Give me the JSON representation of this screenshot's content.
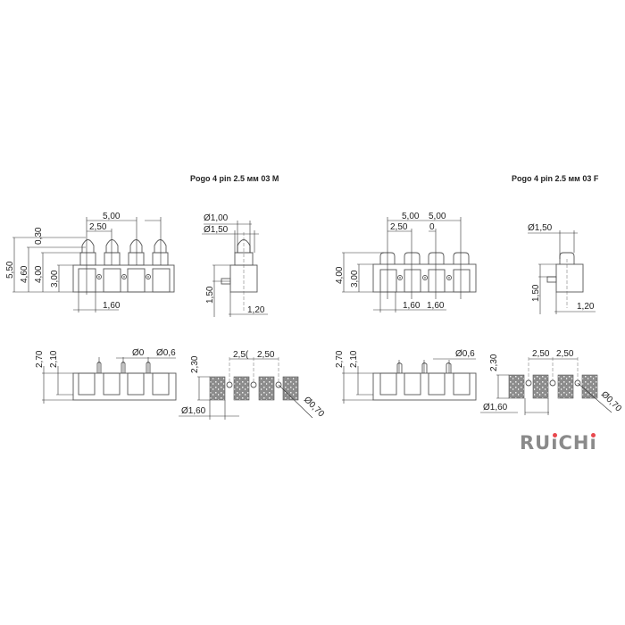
{
  "titles": {
    "male": "Pogo 4  pin 2.5 мм 03 M",
    "female": "Pogo  4 pin 2.5 мм 03 F"
  },
  "male_front": {
    "d_500": "5,00",
    "d_250": "2,50",
    "d_550": "5,50",
    "d_460": "4,60",
    "d_400": "4,00",
    "d_300": "3,00",
    "d_030": "0,30",
    "d_160": "1,60"
  },
  "male_side": {
    "d_dia100": "Ø1,00",
    "d_dia150": "Ø1,50",
    "d_150": "1,50",
    "d_120": "1,20"
  },
  "female_front": {
    "d_500a": "5,00",
    "d_500b": "5,00",
    "d_250": "2,50",
    "d_0": "0",
    "d_400": "4,00",
    "d_300": "3,00",
    "d_160a": "1,60",
    "d_160b": "1,60"
  },
  "female_side": {
    "d_dia150": "Ø1,50",
    "d_150": "1,50",
    "d_120": "1,20"
  },
  "male_bottom": {
    "d_270": "2,70",
    "d_210": "2,10",
    "d_dia0": "Ø0",
    "d_dia06": "Ø0,6"
  },
  "male_footprint": {
    "d_230": "2,30",
    "d_250a": "2,5(",
    "d_250b": "2,50",
    "d_dia160": "Ø1,60",
    "d_dia070": "Ø0,70"
  },
  "female_bottom": {
    "d_270": "2,70",
    "d_210": "2,10",
    "d_dia06": "Ø0,6"
  },
  "female_footprint": {
    "d_230": "2,30",
    "d_250a": "2,50",
    "d_250b": "2,50",
    "d_dia160": "Ø1,60",
    "d_dia070": "Ø0,70"
  },
  "logo": {
    "text": "RUiCHi",
    "accent": "#e8484e",
    "color": "#8a8a8a"
  }
}
